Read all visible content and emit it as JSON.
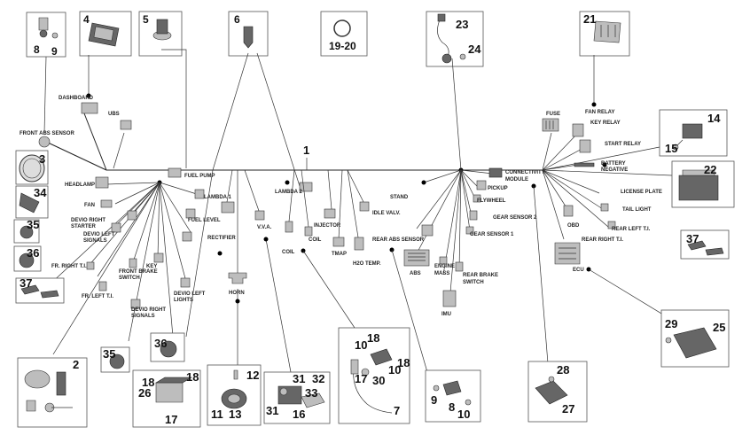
{
  "numbers": {
    "n1": "1",
    "n2": "2",
    "n3": "3",
    "n4": "4",
    "n5": "5",
    "n6": "6",
    "n7": "7",
    "n8": "8",
    "n9": "9",
    "n10": "10",
    "n11": "11",
    "n12": "12",
    "n13": "13",
    "n14": "14",
    "n15": "15",
    "n16": "16",
    "n17": "17",
    "n18": "18",
    "n1920": "19-20",
    "n21": "21",
    "n22": "22",
    "n23": "23",
    "n24": "24",
    "n25": "25",
    "n26": "26",
    "n27": "27",
    "n28": "28",
    "n29": "29",
    "n30": "30",
    "n31": "31",
    "n32": "32",
    "n33": "33",
    "n34": "34",
    "n35": "35",
    "n36": "36",
    "n37": "37"
  },
  "labels": {
    "dashboard": "DASHBOARD",
    "ubs": "UBS",
    "front_abs_sensor": "FRONT ABS SENSOR",
    "headlamp": "HEADLAMP",
    "fan": "FAN",
    "devio_right_starter_1": "DEVIO RIGHT",
    "devio_right_starter_2": "STARTER",
    "devio_left_signals_1": "DEVIO LEFT",
    "devio_left_signals_2": "SIGNALS",
    "fr_right_ti": "FR. RIGHT T.I.",
    "fr_left_ti": "FR. LEFT T.I.",
    "front_brake_switch_1": "FRONT BRAKE",
    "front_brake_switch_2": "SWITCH",
    "key": "KEY",
    "devio_right_signals_1": "DEVIO RIGHT",
    "devio_right_signals_2": "SIGNALS",
    "devio_left_lights_1": "DEVIO LEFT",
    "devio_left_lights_2": "LIGHTS",
    "fuel_pump": "FUEL PUMP",
    "lambda_1": "LAMBDA 1",
    "fuel_level": "FUEL LEVEL",
    "rectifier": "RECTIFIER",
    "horn": "HORN",
    "vva": "V.V.A.",
    "lambda_2": "LAMBDA 2",
    "injector": "INJECTOR",
    "coil_a": "COIL",
    "coil_b": "COIL",
    "tmap": "TMAP",
    "h2o_temp": "H2O TEMP.",
    "idle_valv": "IDLE VALV.",
    "rear_abs_sensor": "REAR ABS SENSOR",
    "abs": "ABS",
    "stand": "STAND",
    "engine_mass_1": "ENGINE",
    "engine_mass_2": "MASS",
    "imu": "IMU",
    "rear_brake_switch_1": "REAR BRAKE",
    "rear_brake_switch_2": "SWITCH",
    "pickup": "PICKUP",
    "flywheel": "FLYWHEEL",
    "gear_sensor_2": "GEAR SENSOR 2",
    "gear_sensor_1": "GEAR SENSOR 1",
    "connectivity_module_1": "CONNECTIVITY",
    "connectivity_module_2": "MODULE",
    "fuse": "FUSE",
    "fan_relay": "FAN RELAY",
    "key_relay": "KEY RELAY",
    "start_relay": "START RELAY",
    "battery_negative_1": "BATTERY",
    "battery_negative_2": "NEGATIVE",
    "license_plate": "LICENSE PLATE",
    "tail_light": "TAIL LIGHT",
    "obd": "OBD",
    "rear_left_ti": "REAR LEFT T.I.",
    "rear_right_ti": "REAR RIGHT T.I.",
    "ecu": "ECU"
  }
}
